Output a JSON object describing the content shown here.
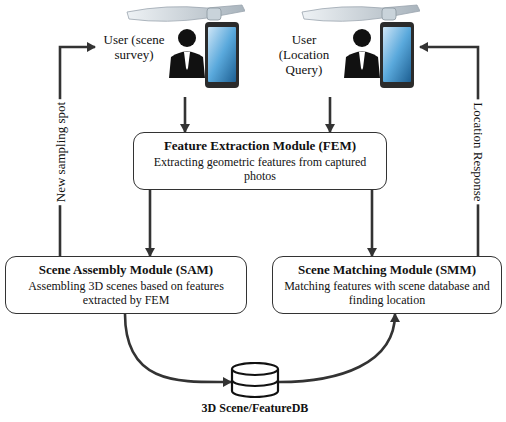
{
  "diagram": {
    "nodes": [
      {
        "text": [
          "User (scene survey)"
        ]
      },
      {
        "text": [
          "User (Location Query)"
        ]
      },
      {
        "text": [
          "Feature Extraction Module (FEM)",
          "Extracting geometric features from captured photos"
        ]
      },
      {
        "text": [
          "Scene Assembly Module (SAM)",
          "Assembling 3D scenes based on features extracted by FEM"
        ]
      },
      {
        "text": [
          "Scene Matching Module (SMM)",
          "Matching features with scene database and finding location"
        ]
      },
      {
        "text": [
          "3D Scene/FeatureDB"
        ]
      }
    ],
    "edges": [
      {
        "from": 0,
        "to": 2,
        "arrow": "to"
      },
      {
        "from": 1,
        "to": 2,
        "arrow": "to"
      },
      {
        "from": 2,
        "to": 3,
        "arrow": "to"
      },
      {
        "from": 2,
        "to": 4,
        "arrow": "to"
      },
      {
        "from": 3,
        "to": 0,
        "arrow": "to",
        "label": "New sampling spot"
      },
      {
        "from": 4,
        "to": 1,
        "arrow": "to",
        "label": "Location Response"
      },
      {
        "from": 3,
        "to": 5,
        "arrow": "to"
      },
      {
        "from": 5,
        "to": 4,
        "arrow": "to"
      }
    ]
  }
}
